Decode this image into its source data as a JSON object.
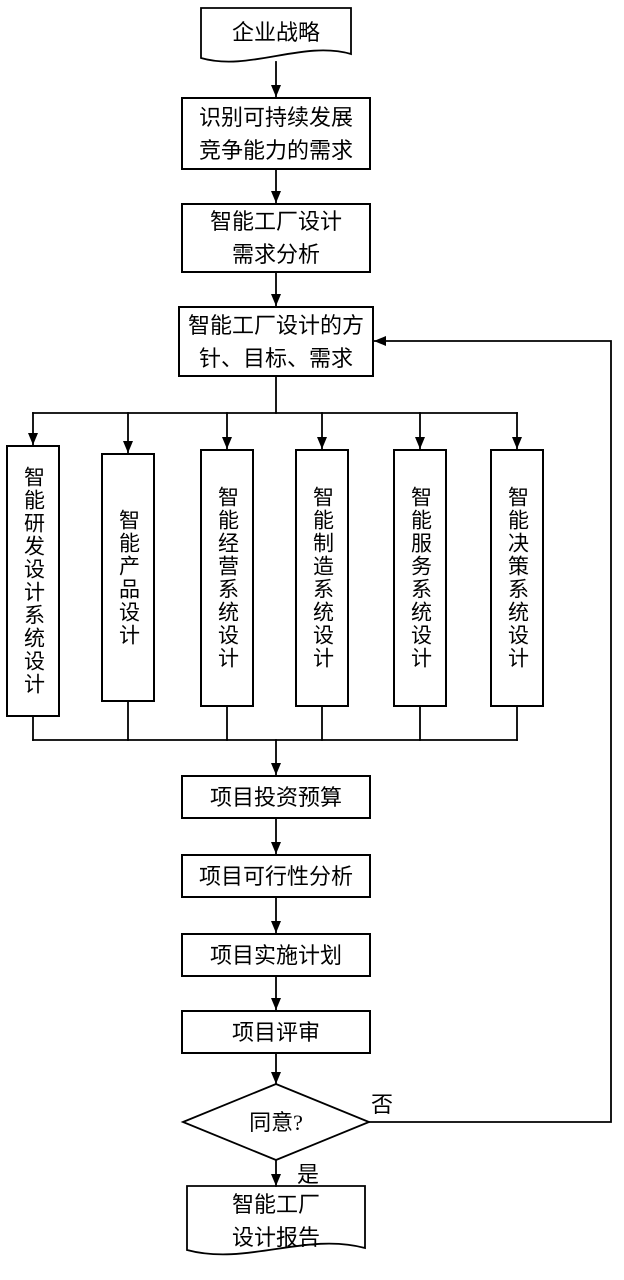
{
  "diagram": {
    "background": "#ffffff",
    "line_color": "#000000",
    "nodes": {
      "start_doc": {
        "label": "企业战略"
      },
      "identify": {
        "line1": "识别可持续发展",
        "line2": "竞争能力的需求"
      },
      "analysis": {
        "line1": "智能工厂设计",
        "line2": "需求分析"
      },
      "goals": {
        "line1": "智能工厂设计的方",
        "line2": "针、目标、需求"
      },
      "budget": {
        "label": "项目投资预算"
      },
      "feasibility": {
        "label": "项目可行性分析"
      },
      "plan": {
        "label": "项目实施计划"
      },
      "review": {
        "label": "项目评审"
      },
      "decision": {
        "label": "同意?"
      },
      "end_doc": {
        "line1": "智能工厂",
        "line2": "设计报告"
      }
    },
    "branches": [
      {
        "label": "智能研发设计系统设计"
      },
      {
        "label": "智能产品设计"
      },
      {
        "label": "智能经营系统设计"
      },
      {
        "label": "智能制造系统设计"
      },
      {
        "label": "智能服务系统设计"
      },
      {
        "label": "智能决策系统设计"
      }
    ],
    "edge_labels": {
      "no": "否",
      "yes": "是"
    }
  }
}
